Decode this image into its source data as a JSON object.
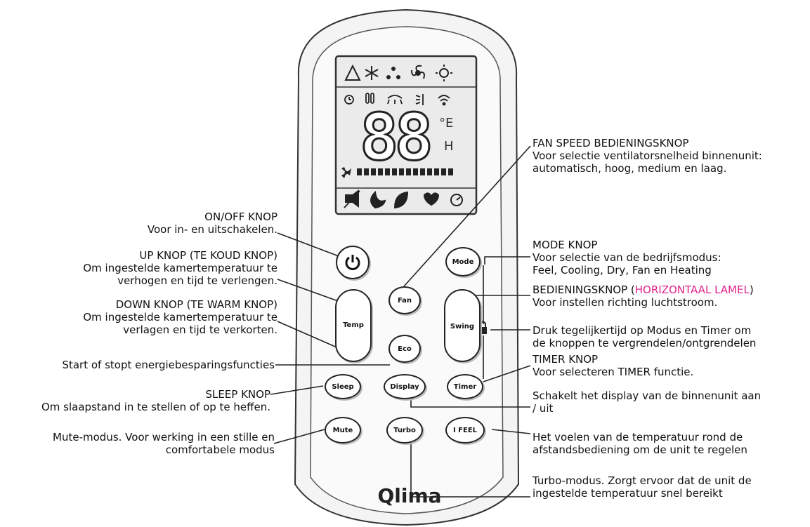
{
  "brand": "Qlima",
  "lcd": {
    "digits": "88",
    "unit_marks": "°E",
    "h_mark": "H"
  },
  "buttons": {
    "mode": "Mode",
    "fan": "Fan",
    "temp": "Temp",
    "swing": "Swing",
    "eco": "Eco",
    "sleep": "Sleep",
    "display": "Display",
    "timer": "Timer",
    "mute": "Mute",
    "turbo": "Turbo",
    "ifeel": "I FEEL"
  },
  "labels": {
    "onoff": {
      "title": "ON/OFF KNOP",
      "desc": "Voor in- en uitschakelen."
    },
    "up": {
      "title": "UP KNOP (TE KOUD KNOP)",
      "desc1": "Om ingestelde kamertemperatuur te",
      "desc2": "verhogen en tijd te verlengen."
    },
    "down": {
      "title": "DOWN KNOP (TE WARM KNOP)",
      "desc1": "Om ingestelde kamertemperatuur te",
      "desc2": "verlagen en tijd te verkorten."
    },
    "eco": "Start of stopt energiebesparingsfuncties",
    "sleep": {
      "title": "SLEEP KNOP",
      "desc": "Om slaapstand in te stellen of op te heffen."
    },
    "mute": {
      "line1": "Mute-modus. Voor werking in een stille en",
      "line2": "comfortabele modus"
    },
    "fan": {
      "title": "FAN SPEED BEDIENINGSKNOP",
      "desc1": "Voor selectie ventilatorsnelheid binnenunit:",
      "desc2": "automatisch, hoog, medium en laag."
    },
    "mode": {
      "title": "MODE KNOP",
      "desc1": "Voor selectie van de bedrijfsmodus:",
      "desc2": "Feel, Cooling, Dry, Fan en Heating"
    },
    "swing": {
      "title_a": "BEDIENINGSKNOP (",
      "title_b": "HORIZONTAAL LAMEL",
      "title_c": ")",
      "desc": "Voor instellen richting luchtstroom."
    },
    "lock": {
      "line1": "Druk tegelijkertijd op Modus en Timer om",
      "line2": "de knoppen te vergrendelen/ontgrendelen"
    },
    "timer": {
      "title": "TIMER KNOP",
      "desc": "Voor selecteren TIMER functie."
    },
    "display": {
      "line1": "Schakelt het display van de binnenunit aan",
      "line2": "/ uit"
    },
    "ifeel": {
      "line1": "Het voelen van de temperatuur rond de",
      "line2": "afstandsbediening om de unit te regelen"
    },
    "turbo": {
      "line1": "Turbo-modus. Zorgt ervoor dat de unit de",
      "line2": "ingestelde temperatuur snel bereikt"
    }
  }
}
